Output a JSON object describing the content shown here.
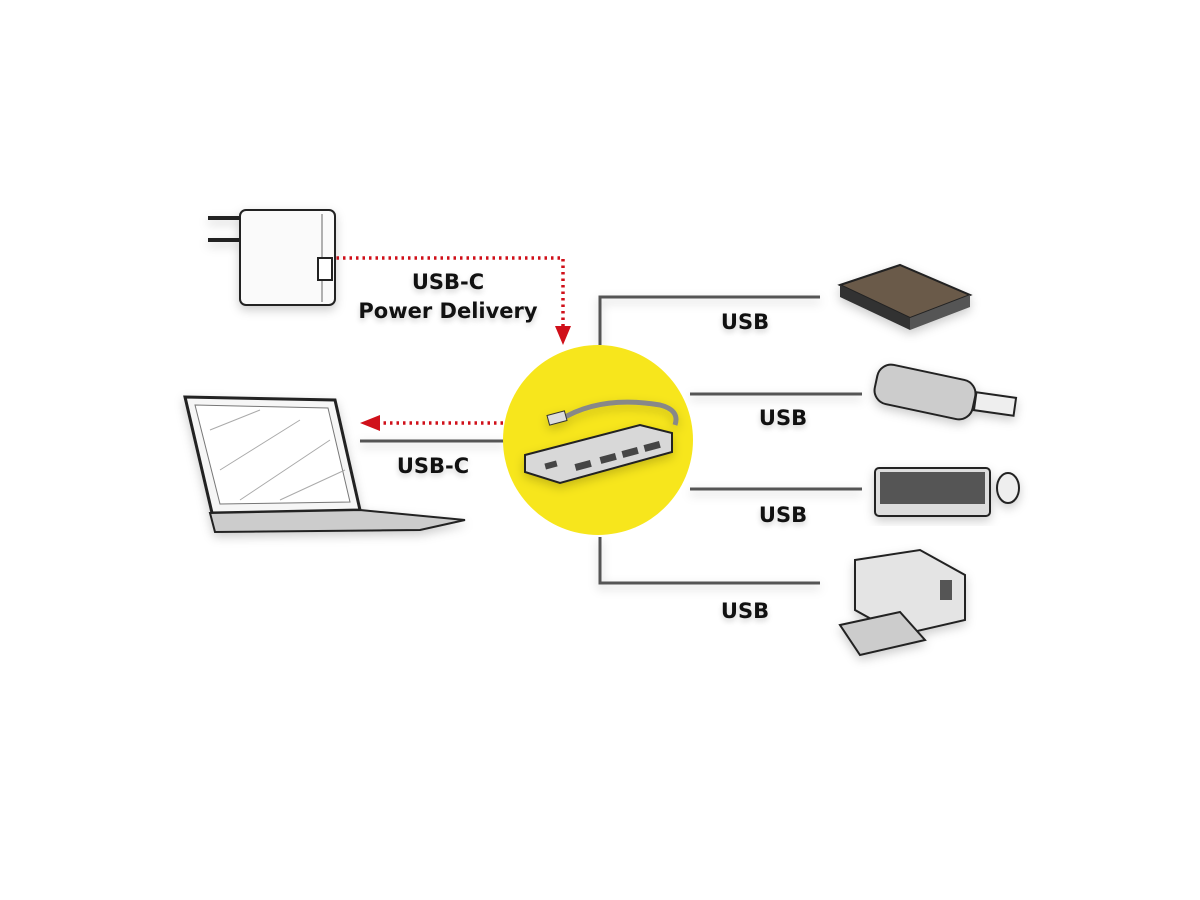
{
  "labels": {
    "power_line1": "USB-C",
    "power_line2": "Power Delivery",
    "laptop_link": "USB-C",
    "usb_1": "USB",
    "usb_2": "USB",
    "usb_3": "USB",
    "usb_4": "USB"
  },
  "colors": {
    "hub_circle": "#f7e61c",
    "power_arrow": "#d0101a",
    "cable_line": "#555555"
  },
  "devices": [
    "power-adapter",
    "laptop",
    "usb-hub",
    "external-hard-drive",
    "card-reader",
    "keyboard-mouse",
    "printer"
  ]
}
